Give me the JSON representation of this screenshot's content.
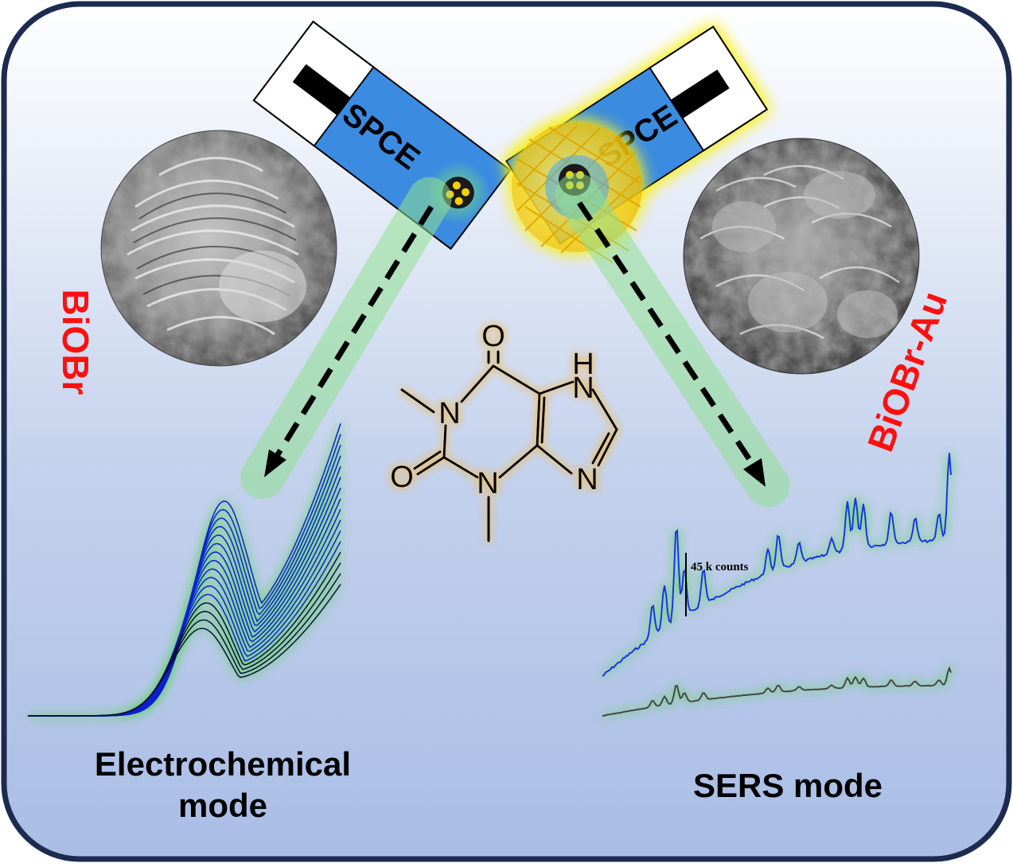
{
  "labels": {
    "spce_left": "SPCE",
    "spce_right": "SPCE",
    "material_left": "BiOBr",
    "material_right": "BiOBr-Au",
    "mode_left_line1": "Electrochemical",
    "mode_left_line2": "mode",
    "mode_right": "SERS mode",
    "scale_bar": "45 k counts"
  },
  "molecule": {
    "atoms": {
      "o1": "O",
      "o2": "O",
      "n1": "N",
      "n3": "N",
      "n7": "N",
      "n9": "N",
      "h7": "H"
    }
  },
  "colors": {
    "electrode_blue": "#3b8ce0",
    "label_red": "#ff1010",
    "cv_blue": "#1020d0",
    "sers_blue": "#1530e0",
    "sers_gray": "#444444",
    "glow_green": "#5fd35f",
    "gold": "#f5d000"
  },
  "electrochemical": {
    "curve_count": 16
  }
}
